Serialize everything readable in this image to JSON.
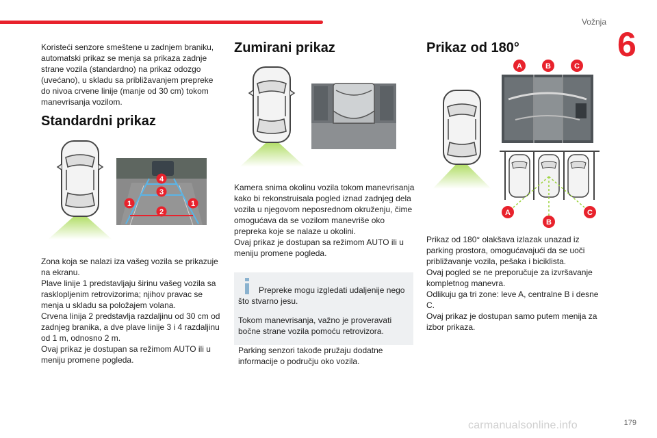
{
  "header": {
    "section": "Vožnja",
    "chapter": "6",
    "page_number": "179"
  },
  "intro_text": "Koristeći senzore smeštene u zadnjem braniku, automatski prikaz se menja sa prikaza zadnje strane vozila (standardno) na prikaz odozgo (uvećano), u skladu sa približavanjem prepreke do nivoa crvene linije (manje od 30 cm) tokom manevrisanja vozilom.",
  "standard": {
    "title": "Standardni prikaz",
    "badges": {
      "l1": "1",
      "l2": "2",
      "l3": "3",
      "l4": "4"
    },
    "text": [
      "Zona koja se nalazi iza vašeg vozila se prikazuje na ekranu.",
      "Plave linije 1 predstavljaju širinu vašeg vozila sa rasklopljenim retrovizorima; njihov pravac se menja u skladu sa položajem volana.",
      "Crvena linija 2 predstavlja razdaljinu od 30 cm od zadnjeg branika, a dve plave linije 3 i 4 razdaljinu od 1 m, odnosno 2 m.",
      "Ovaj prikaz je dostupan sa režimom AUTO ili u meniju promene pogleda."
    ]
  },
  "zoom": {
    "title": "Zumirani prikaz",
    "text": [
      "Kamera snima okolinu vozila tokom manevrisanja kako bi rekonstruisala pogled iznad zadnjeg dela vozila u njegovom neposrednom okruženju, čime omogućava da se vozilom manevriše oko prepreka koje se nalaze u okolini.",
      "Ovaj prikaz je dostupan sa režimom AUTO ili u meniju promene pogleda."
    ],
    "note": [
      "Prepreke mogu izgledati udaljenije nego što stvarno jesu.",
      "Tokom manevrisanja, važno je proveravati bočne strane vozila pomoću retrovizora.",
      "Parking senzori takođe pružaju dodatne informacije o području oko vozila."
    ]
  },
  "view180": {
    "title": "Prikaz od 180°",
    "zones": {
      "a": "A",
      "b": "B",
      "c": "C"
    },
    "text": [
      "Prikaz od 180° olakšava izlazak unazad iz parking prostora, omogućavajući da se uoči približavanje vozila, pešaka i biciklista.",
      "Ovaj pogled se ne preporučuje za izvršavanje kompletnog manevra.",
      "Odlikuju ga tri zone: leve A, centralne B i desne C.",
      "Ovaj prikaz je dostupan samo putem menija za izbor prikaza."
    ]
  },
  "footer": {
    "watermark": "carmanualsonline.info"
  },
  "colors": {
    "accent": "#e8222c",
    "guide_blue": "#5ab4e6",
    "sensor_green": "#9bd33a",
    "note_bg": "#eef0f2"
  }
}
